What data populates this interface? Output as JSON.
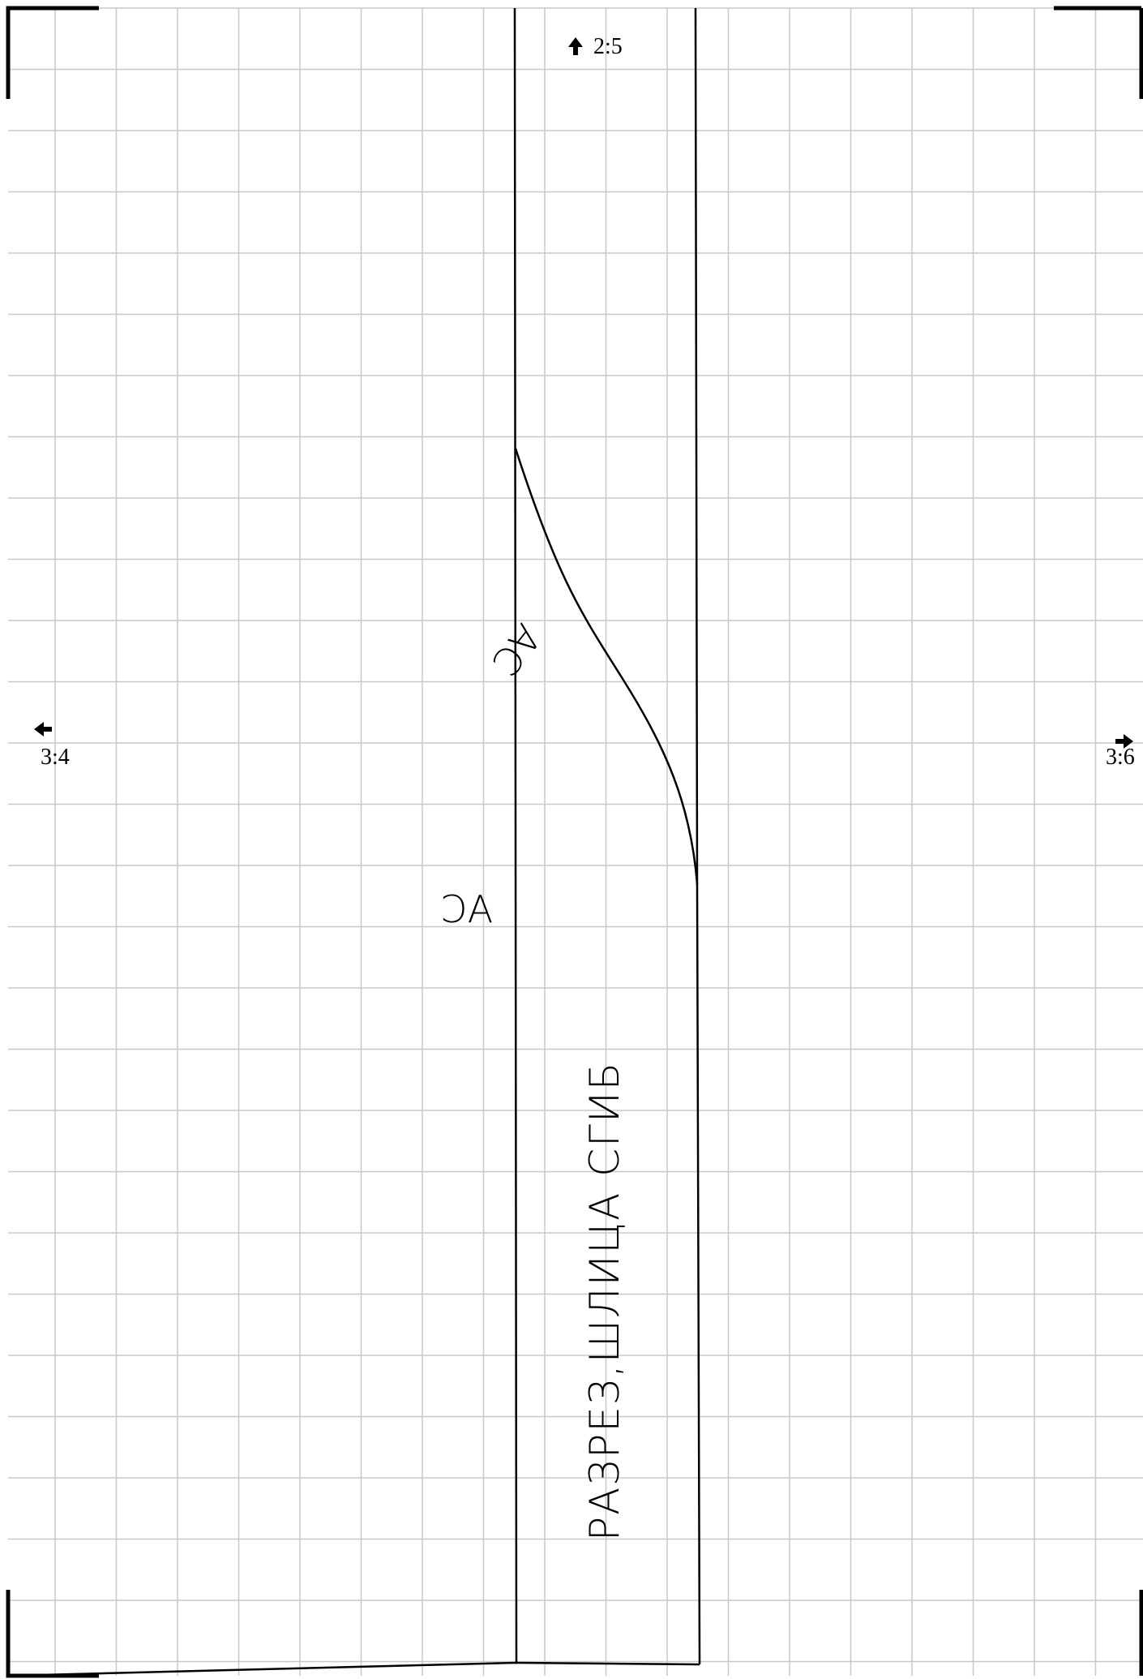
{
  "page_refs": {
    "top": "2:5",
    "left": "3:4",
    "right": "3:6"
  },
  "labels": {
    "seam_curve": "АС",
    "seam_straight": "АС",
    "fold_note": "РАЗРЕЗ,ШЛИЦА СГИБ"
  },
  "colors": {
    "grid": "#c8c8c8",
    "outline": "#000000",
    "background": "#ffffff"
  },
  "icons": {
    "top": "arrow-up-icon",
    "left": "arrow-left-icon",
    "right": "arrow-right-icon"
  }
}
